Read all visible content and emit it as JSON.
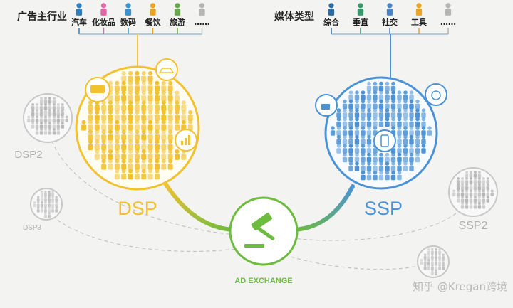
{
  "advertiser": {
    "heading": "广告主行业",
    "categories": [
      {
        "label": "汽车",
        "color": "#2f7fbd"
      },
      {
        "label": "化妆品",
        "color": "#e06aa8"
      },
      {
        "label": "数码",
        "color": "#3f91c9"
      },
      {
        "label": "餐饮",
        "color": "#e8a52a"
      },
      {
        "label": "旅游",
        "color": "#6aa84f"
      },
      {
        "label": "……",
        "color": "#b5b5b5"
      }
    ]
  },
  "media": {
    "heading": "媒体类型",
    "categories": [
      {
        "label": "综合",
        "color": "#2e6da4"
      },
      {
        "label": "垂直",
        "color": "#3a9a6e"
      },
      {
        "label": "社交",
        "color": "#4a86c5"
      },
      {
        "label": "工具",
        "color": "#e8a52a"
      },
      {
        "label": "……",
        "color": "#b5b5b5"
      }
    ]
  },
  "nodes": {
    "dsp": {
      "label": "DSP",
      "color": "#f2c12e"
    },
    "ssp": {
      "label": "SSP",
      "color": "#4b92d6"
    },
    "exchange": {
      "label": "AD EXCHANGE",
      "color": "#6dbb3f"
    },
    "dsp2": {
      "label": "DSP2"
    },
    "dsp3": {
      "label": "DSP3"
    },
    "ssp2": {
      "label": "SSP2"
    }
  },
  "watermark": "知乎 @Kregan跨境",
  "colors": {
    "grey": "#bdbdbd",
    "dsp_line": "#f0c640",
    "ssp_line": "#4b92d6",
    "green": "#6dbb3f"
  }
}
